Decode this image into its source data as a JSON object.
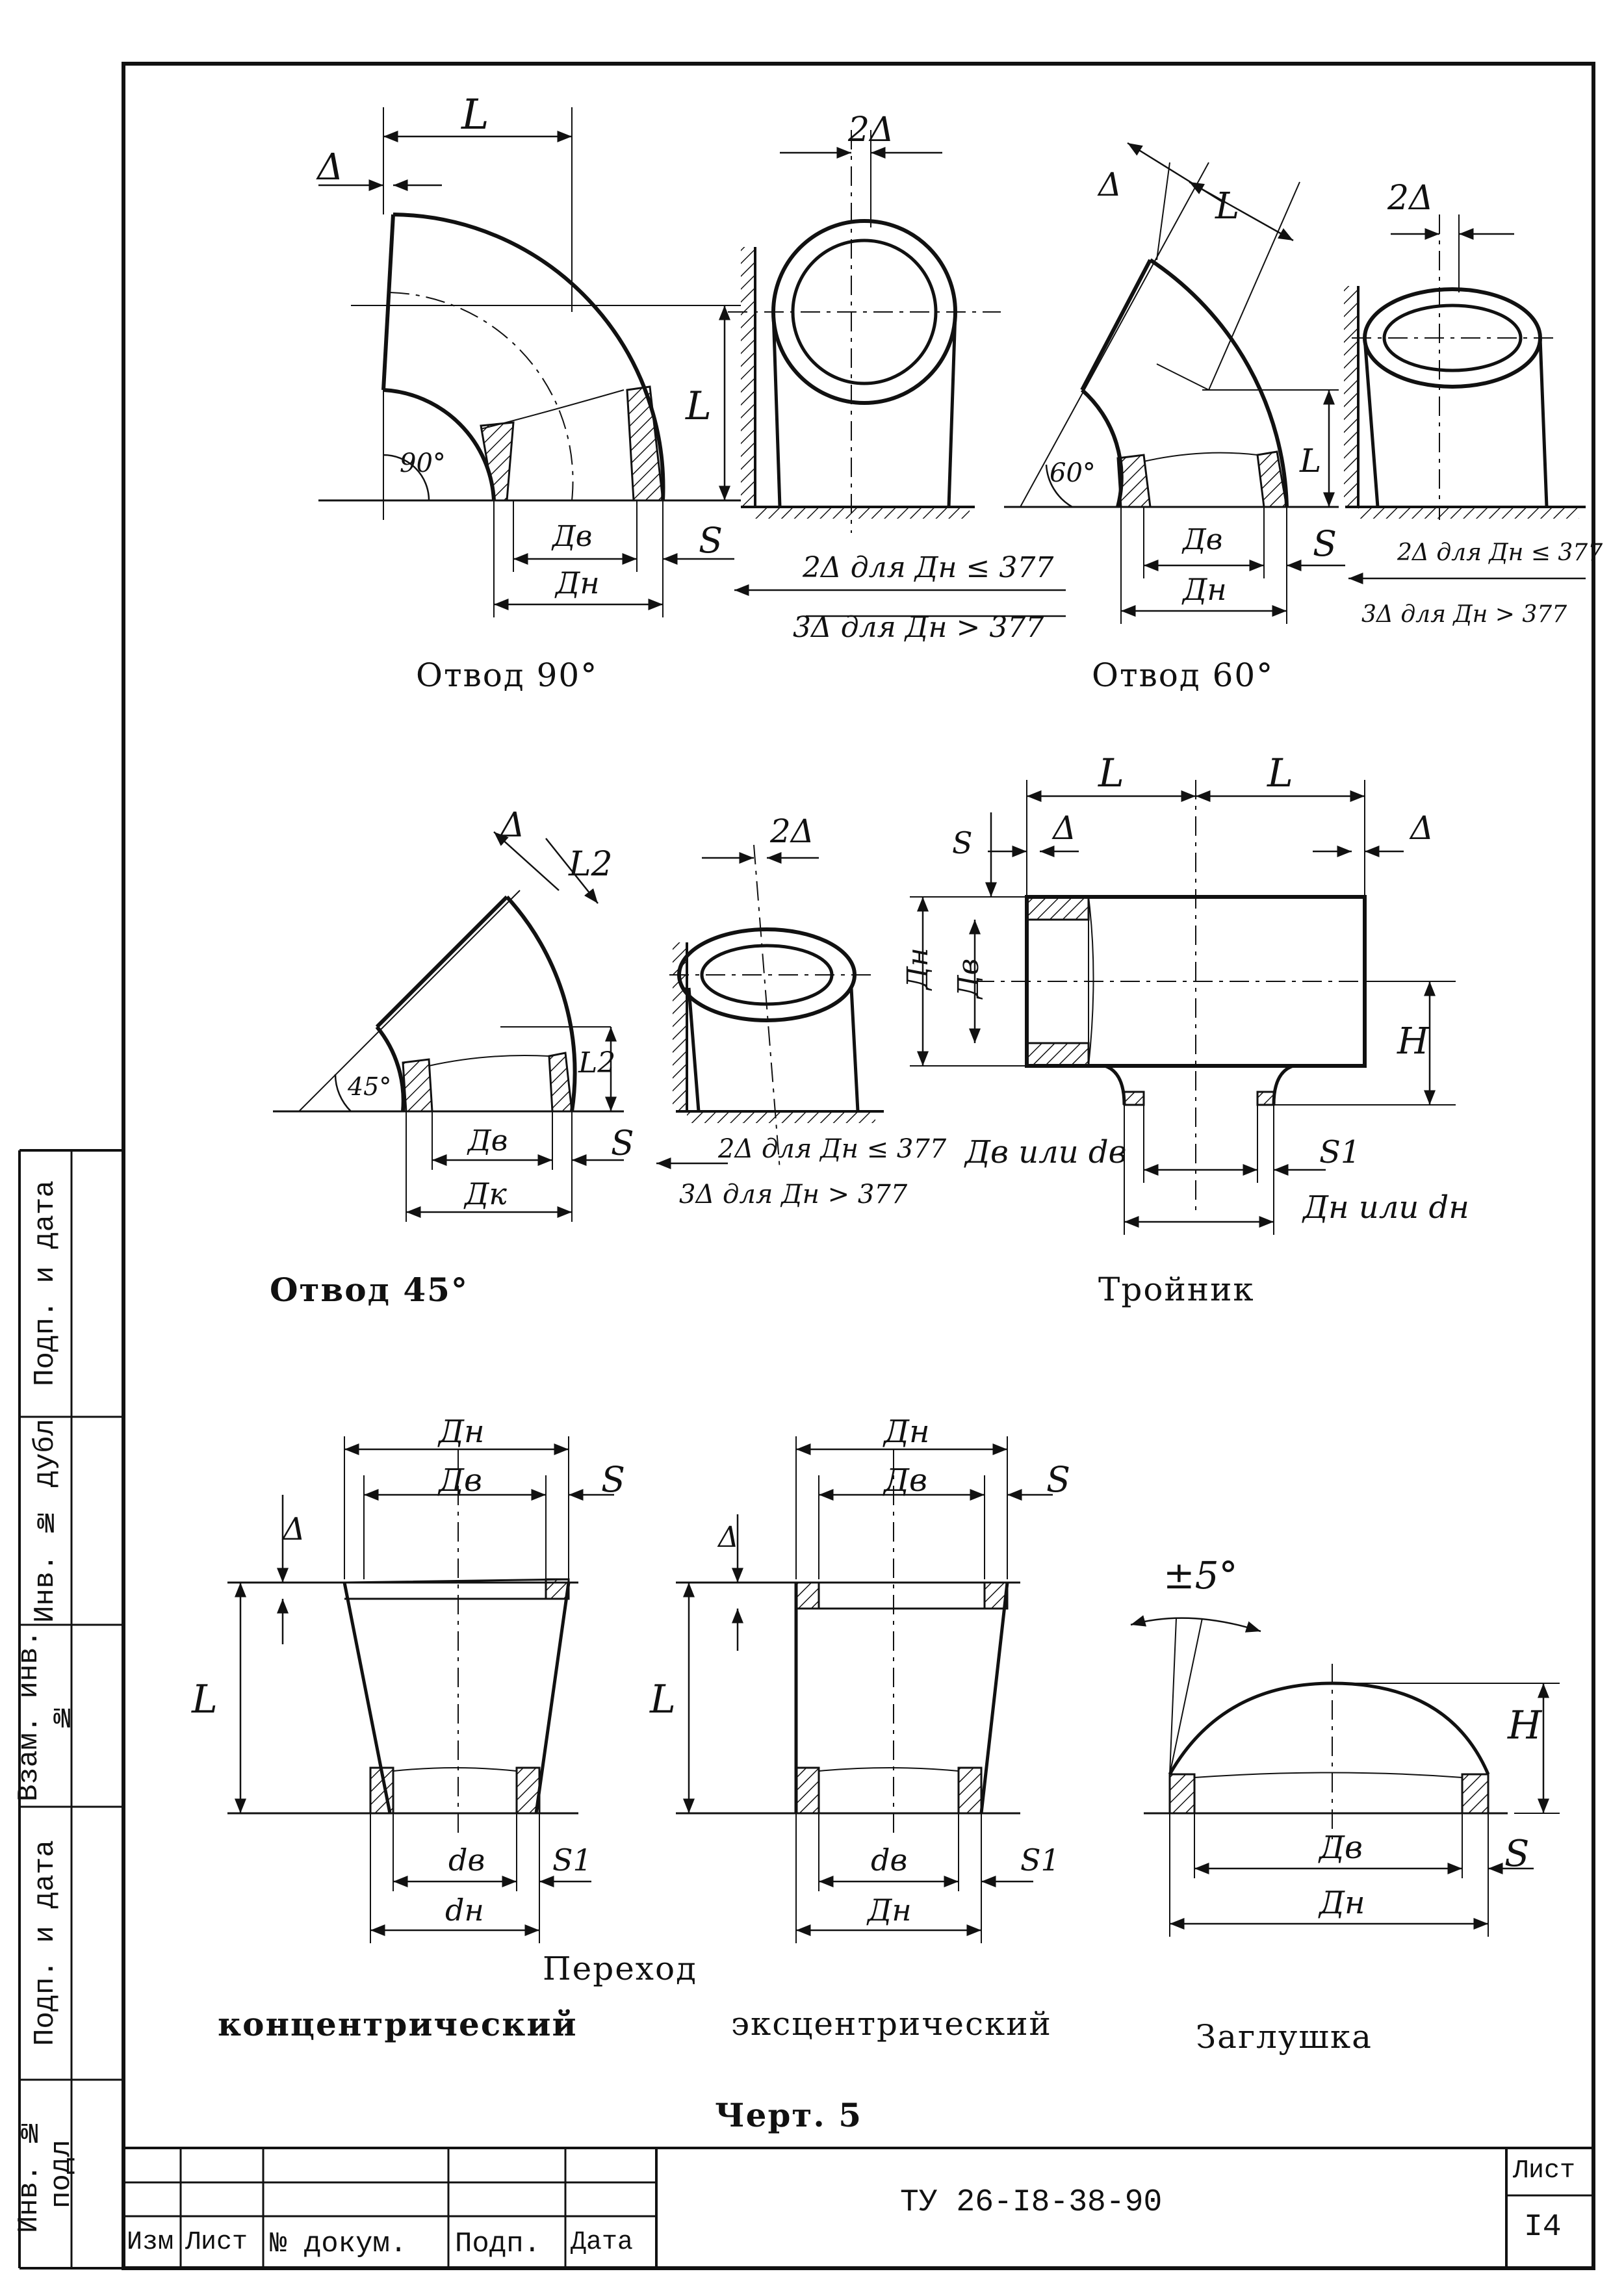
{
  "titles": {
    "elbow90": "Отвод 90°",
    "elbow60": "Отвод 60°",
    "elbow45": "Отвод 45°",
    "tee": "Тройник",
    "reducer": "Переход",
    "concentric": "концентрический",
    "eccentric": "эксцентрический",
    "cap": "Заглушка",
    "figure": "Черт. 5"
  },
  "notes": {
    "e90_a": "2Δ для Дн ≤ 377",
    "e90_b": "3Δ для Дн > 377",
    "e60_a": "2Δ для Дн ≤ 377",
    "e60_b": "3Δ для Дн > 377",
    "e45_a": "2Δ для Дн ≤ 377",
    "e45_b": "3Δ для Дн > 377"
  },
  "dims": {
    "L": "L",
    "L2": "L2",
    "delta": "Δ",
    "two_delta": "2Δ",
    "S": "S",
    "S1": "S1",
    "dv": "Дв",
    "dn": "Дн",
    "dk": "Дк",
    "dv_small": "dв",
    "dn_small": "dн",
    "H": "H",
    "a90": "90°",
    "a60": "60°",
    "a45": "45°",
    "plus5": "±5°",
    "tee_dv": "Дв или dв",
    "tee_dn": "Дн или dн"
  },
  "side_panel": [
    "Инв. № подл",
    "Подп. и дата",
    "Взам. инв. №",
    "Инв. № дубл",
    "Подп. и дата"
  ],
  "title_block": {
    "headers": [
      "Изм",
      "Лист",
      "№ докум.",
      "Подп.",
      "Дата"
    ],
    "doc_code": "ТУ 26-I8-38-90",
    "sheet_label": "Лист",
    "sheet_number": "I4"
  }
}
